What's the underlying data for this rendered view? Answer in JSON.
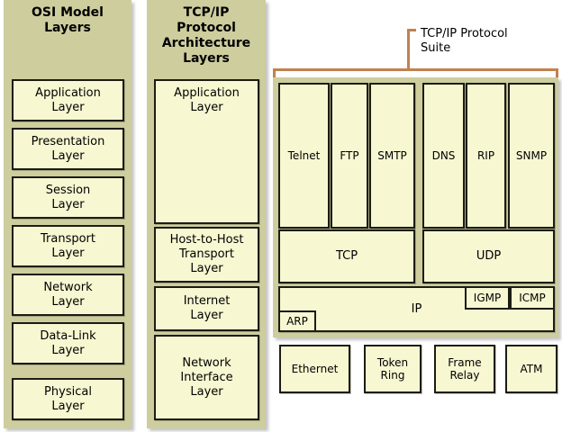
{
  "diagram": {
    "title": "OSI Model Layers vs TCP/IP Protocol Architecture Layers and TCP/IP Protocol Suite",
    "colors": {
      "panel": "#cdcd9e",
      "box_fill": "#f7f7d2",
      "box_border": "#1c1c14",
      "bracket": "#c1814f",
      "page_background": "#ffffff"
    }
  },
  "osi_column": {
    "title": "OSI Model\nLayers",
    "title_line1": "OSI Model",
    "title_line2": "Layers",
    "layers": [
      {
        "label": "Application\nLayer"
      },
      {
        "label": "Presentation\nLayer"
      },
      {
        "label": "Session\nLayer"
      },
      {
        "label": "Transport\nLayer"
      },
      {
        "label": "Network\nLayer"
      },
      {
        "label": "Data-Link\nLayer"
      },
      {
        "label": "Physical\nLayer"
      }
    ]
  },
  "tcpip_column": {
    "title_line1": "TCP/IP",
    "title_line2": "Protocol",
    "title_line3": "Architecture",
    "title_line4": "Layers",
    "layers": [
      {
        "label": "Application\nLayer"
      },
      {
        "label": "Host-to-Host\nTransport\nLayer"
      },
      {
        "label": "Internet\nLayer"
      },
      {
        "label": "Network\nInterface\nLayer"
      }
    ]
  },
  "protocol_suite": {
    "bracket_label": "TCP/IP Protocol\nSuite",
    "application_protocols": {
      "tcp_group": [
        "Telnet",
        "FTP",
        "SMTP"
      ],
      "udp_group": [
        "DNS",
        "RIP",
        "SNMP"
      ]
    },
    "transport_protocols": [
      "TCP",
      "UDP"
    ],
    "internet_protocols": {
      "main": "IP",
      "nested_top_right": [
        "IGMP",
        "ICMP"
      ],
      "nested_bottom_left": [
        "ARP"
      ]
    },
    "network_interface_protocols": [
      "Ethernet",
      "Token\nRing",
      "Frame\nRelay",
      "ATM"
    ]
  }
}
